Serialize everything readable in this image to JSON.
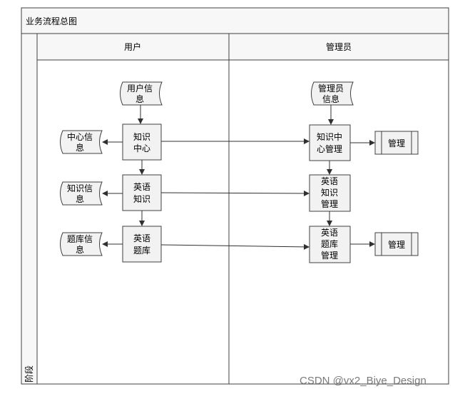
{
  "diagram": {
    "title": "业务流程总图",
    "phase_label": "阶段",
    "lanes": [
      "用户",
      "管理员"
    ],
    "nodes": {
      "user_info": [
        "用户信",
        "息"
      ],
      "center_info": [
        "中心信",
        "息"
      ],
      "knowledge_center": [
        "知识",
        "中心"
      ],
      "knowledge_info": [
        "知识信",
        "息"
      ],
      "english_knowledge": [
        "英语",
        "知识"
      ],
      "bank_info": [
        "题库信",
        "息"
      ],
      "english_bank": [
        "英语",
        "题库"
      ],
      "admin_info": [
        "管理员",
        "信息"
      ],
      "knowledge_center_mgmt": [
        "知识中",
        "心管理"
      ],
      "manage_1": [
        "管理"
      ],
      "english_knowledge_mgmt": [
        "英语",
        "知识",
        "管理"
      ],
      "english_bank_mgmt": [
        "英语",
        "题库",
        "管理"
      ],
      "manage_2": [
        "管理"
      ]
    }
  },
  "watermark": "CSDN @vx2_Biye_Design",
  "colors": {
    "box_fill": "#f2f2f2",
    "stroke": "#404040",
    "header_bg": "#f7f7f7"
  }
}
